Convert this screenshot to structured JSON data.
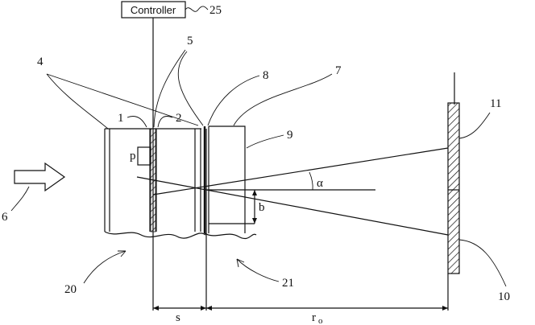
{
  "controller_label": "Controller",
  "ref_numbers": {
    "controller": "25",
    "n1": "1",
    "n2": "2",
    "n4": "4",
    "n5": "5",
    "n6": "6",
    "n7": "7",
    "n8": "8",
    "n9": "9",
    "n10": "10",
    "n11": "11",
    "n20": "20",
    "n21": "21"
  },
  "symbols": {
    "p": "p",
    "alpha": "α",
    "b": "b",
    "s": "s",
    "r": "r",
    "r_sub": "o"
  },
  "colors": {
    "ink": "#111111",
    "background": "#ffffff"
  }
}
